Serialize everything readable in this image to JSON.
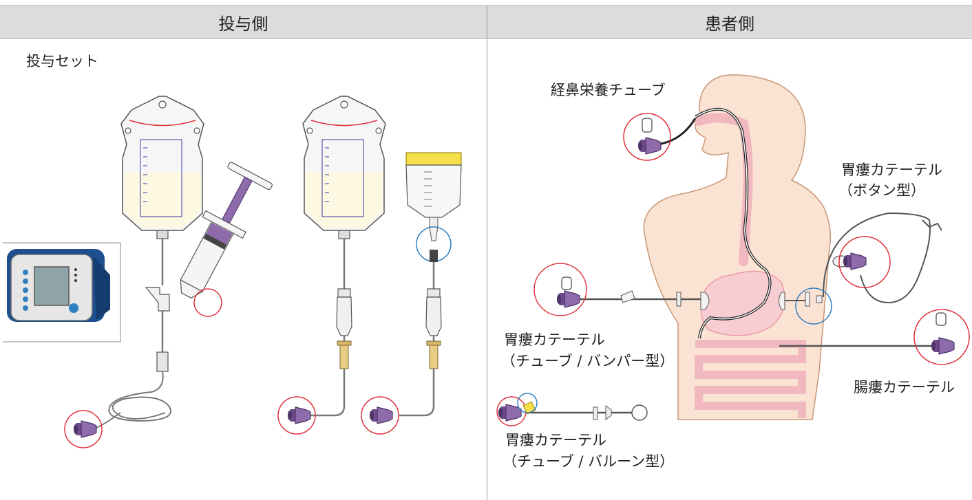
{
  "header": {
    "left": "投与側",
    "right": "患者側"
  },
  "left_panel": {
    "set_label": "投与セット"
  },
  "right_panel": {
    "nasal_tube": "経鼻栄養チューブ",
    "button_type": {
      "line1": "胃瘻カテーテル",
      "line2": "（ボタン型）"
    },
    "tube_bumper": {
      "line1": "胃瘻カテーテル",
      "line2": "（チューブ / バンパー型）"
    },
    "jejunostomy": "腸瘻カテーテル",
    "tube_balloon": {
      "line1": "胃瘻カテーテル",
      "line2": "（チューブ / バルーン型）"
    }
  },
  "colors": {
    "header_bg": "#dcdcdc",
    "connector_purple": "#8e6bab",
    "highlight_red": "#e0323c",
    "highlight_blue": "#2f7fc1",
    "body_skin": "#fbe3d3",
    "gut_pink": "#f2b8c0",
    "pump_blue": "#1e4f8f",
    "cap_yellow": "#f5e04a"
  }
}
